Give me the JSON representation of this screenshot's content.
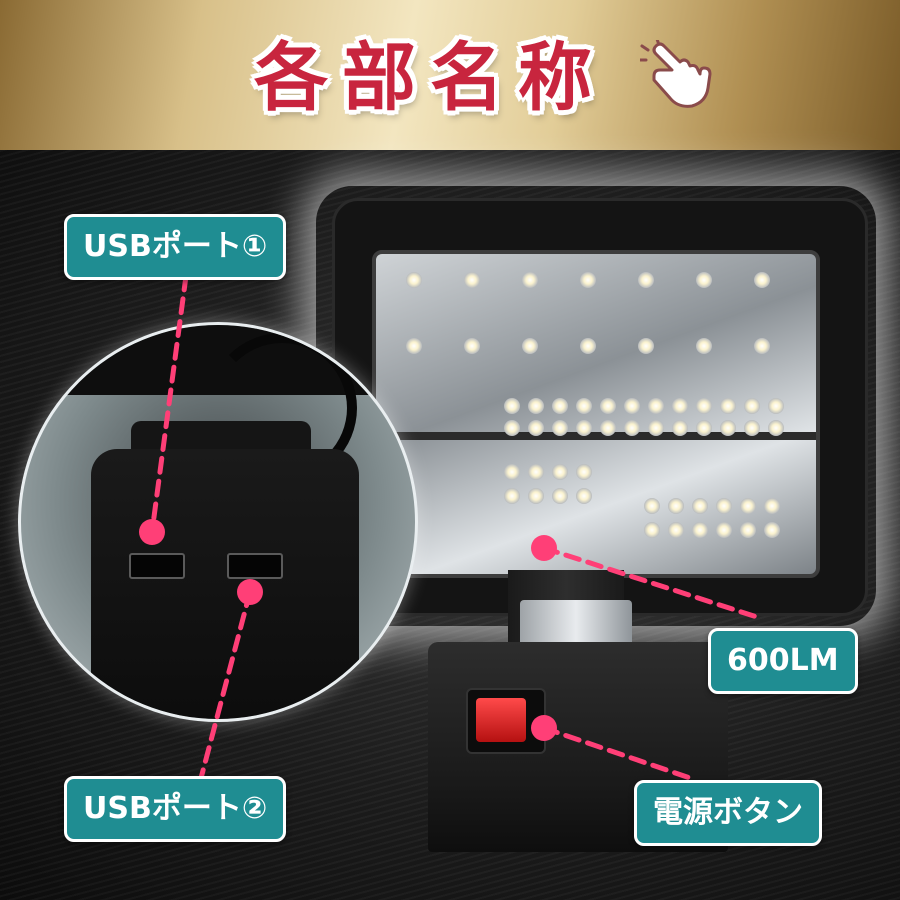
{
  "header": {
    "title": "各部名称",
    "icon": "pointing-hand-icon"
  },
  "callouts": {
    "usb_port_1": "USBポート①",
    "usb_port_2": "USBポート②",
    "lumens": "600LM",
    "power_button": "電源ボタン"
  },
  "colors": {
    "title_red": "#c8253e",
    "label_teal": "#1f8d92",
    "pointer_pink": "#ff3f77",
    "header_gold": "#e2cd98"
  }
}
